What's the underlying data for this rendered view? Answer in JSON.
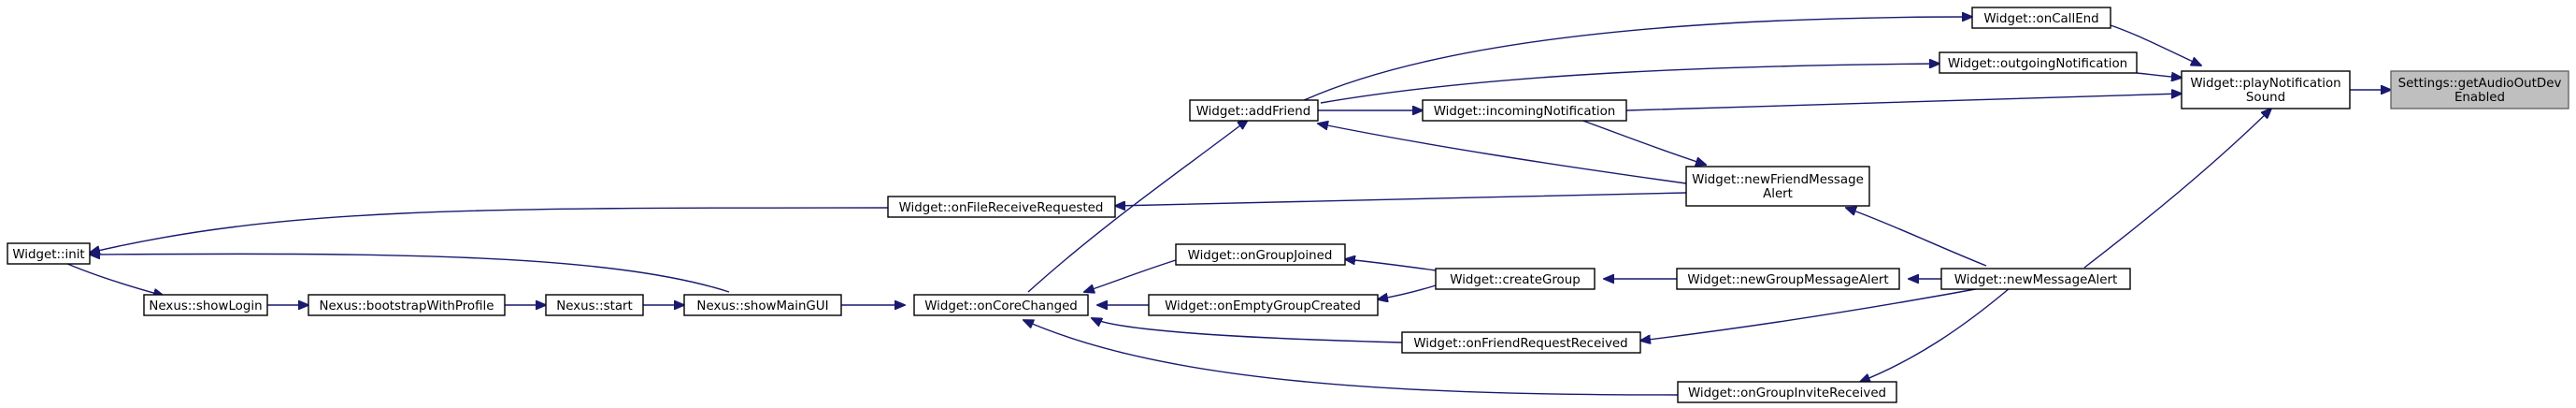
{
  "diagram": {
    "edge_color": "#191970",
    "root_fill": "#bfbfbf",
    "nodes": {
      "getAudioOutDevEnabled": {
        "lines": [
          "Settings::getAudioOutDev",
          "Enabled"
        ],
        "root": true
      },
      "playNotificationSound": {
        "lines": [
          "Widget::playNotification",
          "Sound"
        ]
      },
      "onCallEnd": {
        "lines": [
          "Widget::onCallEnd"
        ]
      },
      "outgoingNotification": {
        "lines": [
          "Widget::outgoingNotification"
        ]
      },
      "incomingNotification": {
        "lines": [
          "Widget::incomingNotification"
        ]
      },
      "newMessageAlert": {
        "lines": [
          "Widget::newMessageAlert"
        ]
      },
      "addFriend": {
        "lines": [
          "Widget::addFriend"
        ]
      },
      "newFriendMessageAlert": {
        "lines": [
          "Widget::newFriendMessage",
          "Alert"
        ]
      },
      "onFileReceiveRequested": {
        "lines": [
          "Widget::onFileReceiveRequested"
        ]
      },
      "init": {
        "lines": [
          "Widget::init"
        ]
      },
      "showLogin": {
        "lines": [
          "Nexus::showLogin"
        ]
      },
      "bootstrapWithProfile": {
        "lines": [
          "Nexus::bootstrapWithProfile"
        ]
      },
      "start": {
        "lines": [
          "Nexus::start"
        ]
      },
      "showMainGUI": {
        "lines": [
          "Nexus::showMainGUI"
        ]
      },
      "onCoreChanged": {
        "lines": [
          "Widget::onCoreChanged"
        ]
      },
      "onGroupJoined": {
        "lines": [
          "Widget::onGroupJoined"
        ]
      },
      "onEmptyGroupCreated": {
        "lines": [
          "Widget::onEmptyGroupCreated"
        ]
      },
      "createGroup": {
        "lines": [
          "Widget::createGroup"
        ]
      },
      "newGroupMessageAlert": {
        "lines": [
          "Widget::newGroupMessageAlert"
        ]
      },
      "onFriendRequestReceived": {
        "lines": [
          "Widget::onFriendRequestReceived"
        ]
      },
      "onGroupInviteReceived": {
        "lines": [
          "Widget::onGroupInviteReceived"
        ]
      }
    },
    "edges": [
      [
        "playNotificationSound",
        "getAudioOutDevEnabled"
      ],
      [
        "onCallEnd",
        "playNotificationSound"
      ],
      [
        "outgoingNotification",
        "playNotificationSound"
      ],
      [
        "incomingNotification",
        "playNotificationSound"
      ],
      [
        "newMessageAlert",
        "playNotificationSound"
      ],
      [
        "addFriend",
        "onCallEnd"
      ],
      [
        "addFriend",
        "outgoingNotification"
      ],
      [
        "addFriend",
        "incomingNotification"
      ],
      [
        "newFriendMessageAlert",
        "addFriend"
      ],
      [
        "incomingNotification",
        "newFriendMessageAlert"
      ],
      [
        "newMessageAlert",
        "newFriendMessageAlert"
      ],
      [
        "onCoreChanged",
        "addFriend"
      ],
      [
        "newFriendMessageAlert",
        "onFileReceiveRequested"
      ],
      [
        "onFileReceiveRequested",
        "init"
      ],
      [
        "showMainGUI",
        "init"
      ],
      [
        "init",
        "showLogin"
      ],
      [
        "showLogin",
        "bootstrapWithProfile"
      ],
      [
        "bootstrapWithProfile",
        "start"
      ],
      [
        "start",
        "showMainGUI"
      ],
      [
        "showMainGUI",
        "onCoreChanged"
      ],
      [
        "onGroupJoined",
        "onCoreChanged"
      ],
      [
        "onEmptyGroupCreated",
        "onCoreChanged"
      ],
      [
        "onFriendRequestReceived",
        "onCoreChanged"
      ],
      [
        "onGroupInviteReceived",
        "onCoreChanged"
      ],
      [
        "createGroup",
        "onGroupJoined"
      ],
      [
        "createGroup",
        "onEmptyGroupCreated"
      ],
      [
        "newGroupMessageAlert",
        "createGroup"
      ],
      [
        "newMessageAlert",
        "newGroupMessageAlert"
      ],
      [
        "newMessageAlert",
        "onFriendRequestReceived"
      ],
      [
        "newMessageAlert",
        "onGroupInviteReceived"
      ]
    ]
  }
}
